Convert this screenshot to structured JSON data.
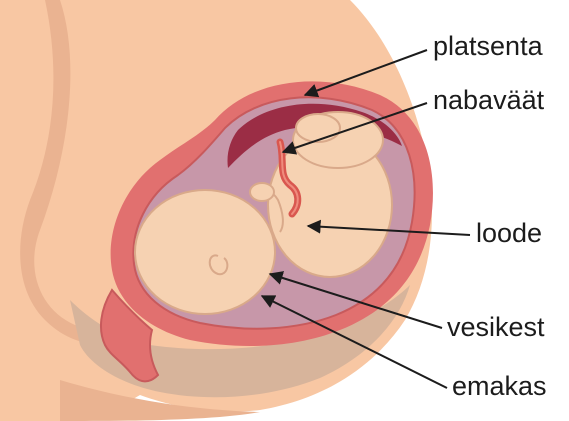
{
  "labels": {
    "placenta": "platsenta",
    "umbilical_cord": "nabaväät",
    "fetus": "loode",
    "amniotic_sac": "vesikest",
    "uterus": "emakas"
  },
  "colors": {
    "skin": "#f8c7a3",
    "skin_shadow": "#d7b49b",
    "uterus_wall": "#e1706f",
    "uterus_wall_dark": "#c85a5c",
    "amniotic_fluid": "#c797a9",
    "placenta": "#9b2d45",
    "fetus": "#f6d2b2",
    "fetus_outline": "#d9a98a",
    "leader_line": "#1c1c1c"
  }
}
